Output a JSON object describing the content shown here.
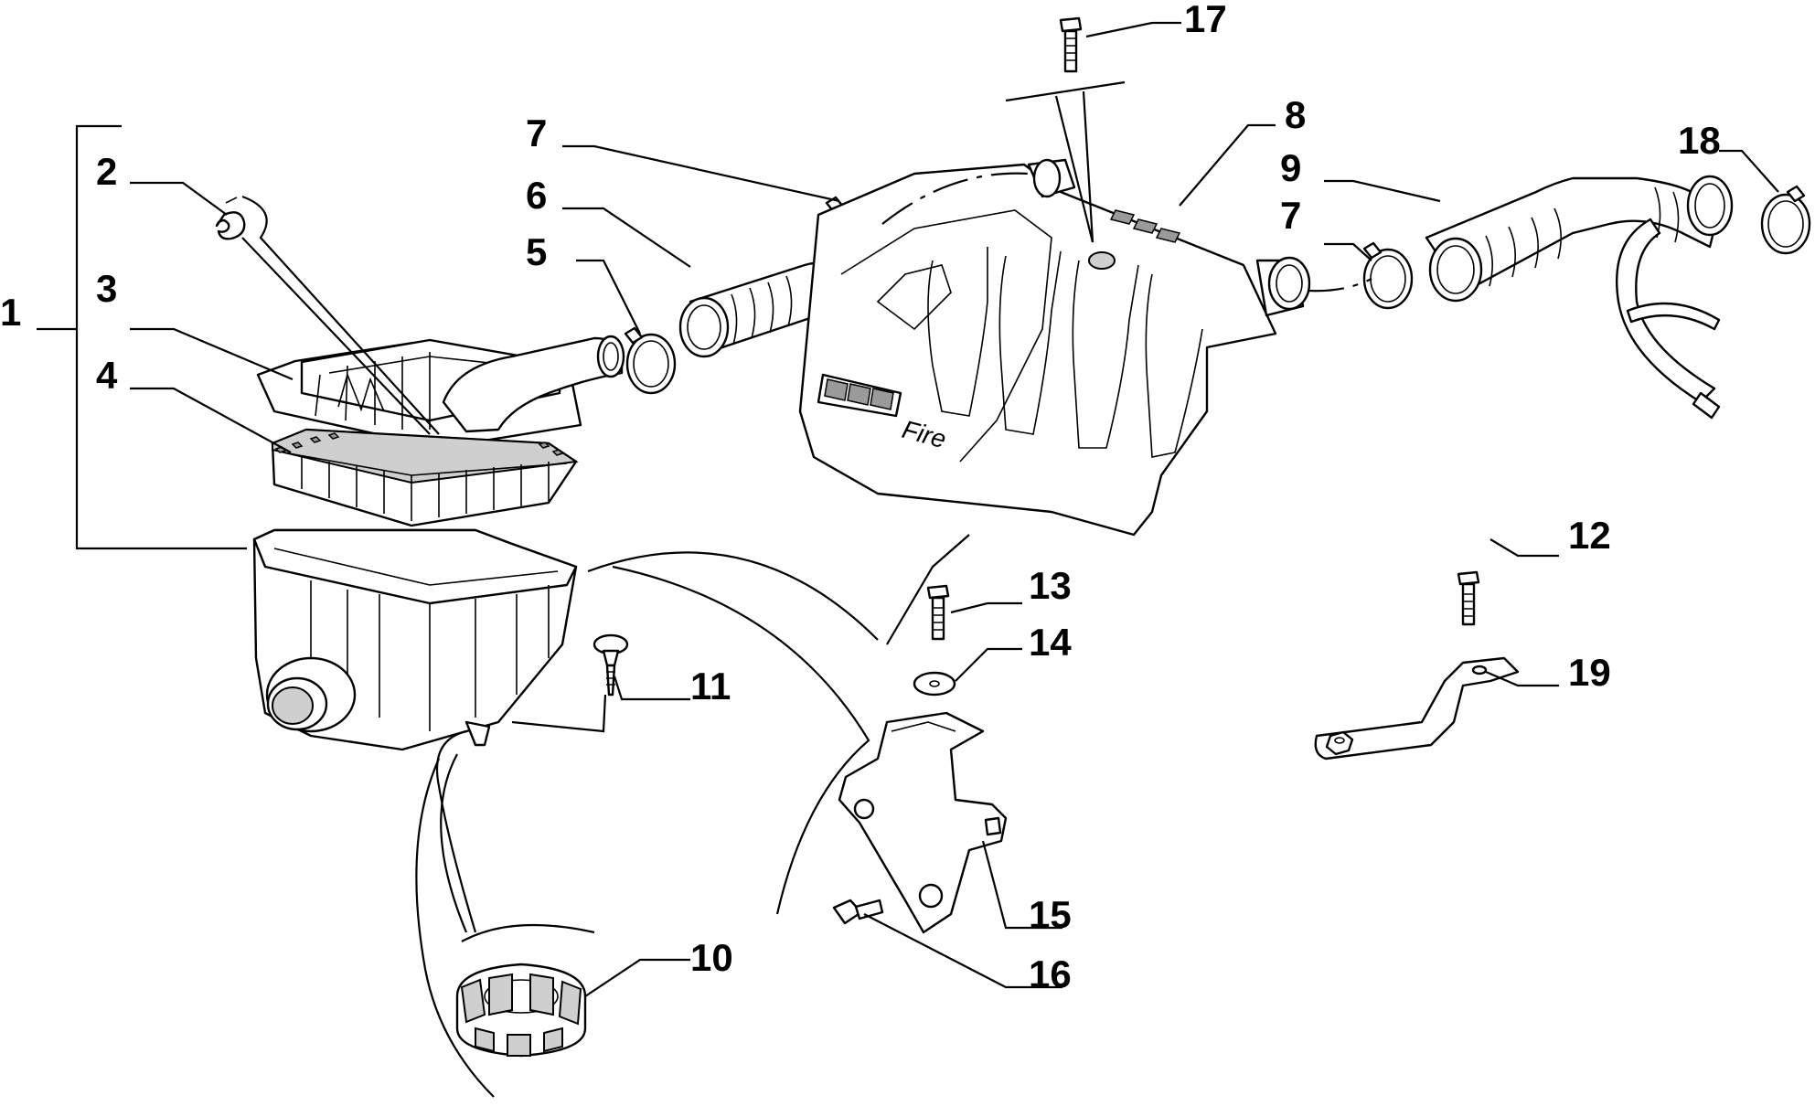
{
  "diagram": {
    "callouts": [
      {
        "id": "c1",
        "label": "1"
      },
      {
        "id": "c2",
        "label": "2"
      },
      {
        "id": "c3",
        "label": "3"
      },
      {
        "id": "c4",
        "label": "4"
      },
      {
        "id": "c5",
        "label": "5"
      },
      {
        "id": "c6",
        "label": "6"
      },
      {
        "id": "c7a",
        "label": "7"
      },
      {
        "id": "c7b",
        "label": "7"
      },
      {
        "id": "c8",
        "label": "8"
      },
      {
        "id": "c9",
        "label": "9"
      },
      {
        "id": "c10",
        "label": "10"
      },
      {
        "id": "c11",
        "label": "11"
      },
      {
        "id": "c12",
        "label": "12"
      },
      {
        "id": "c13",
        "label": "13"
      },
      {
        "id": "c14",
        "label": "14"
      },
      {
        "id": "c15",
        "label": "15"
      },
      {
        "id": "c16",
        "label": "16"
      },
      {
        "id": "c17",
        "label": "17"
      },
      {
        "id": "c18",
        "label": "18"
      },
      {
        "id": "c19",
        "label": "19"
      }
    ],
    "engine_cover_text": "Fire"
  }
}
